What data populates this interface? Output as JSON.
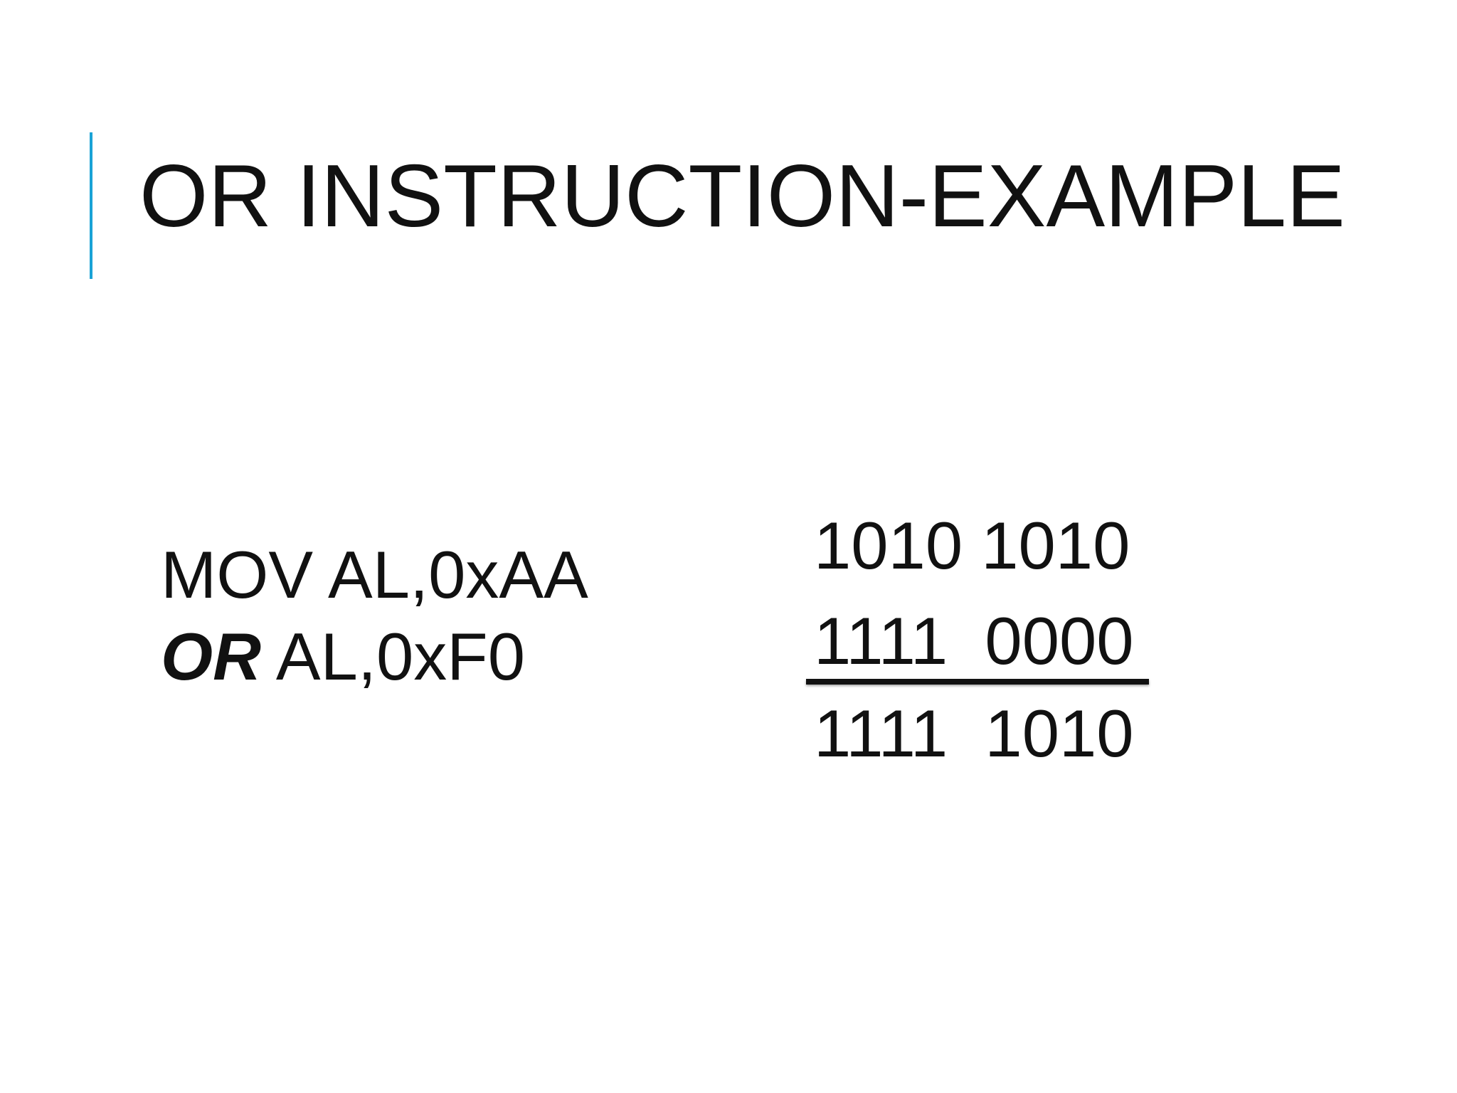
{
  "slide": {
    "title": "OR INSTRUCTION-EXAMPLE",
    "accent_color": "#1aa3d6",
    "code": {
      "line1": "MOV AL,0xAA",
      "line2_keyword": "OR",
      "line2_rest": " AL,0xF0"
    },
    "binary": {
      "operand1": "1010 1010",
      "operand2": "1111  0000",
      "result": "1111  1010"
    }
  }
}
